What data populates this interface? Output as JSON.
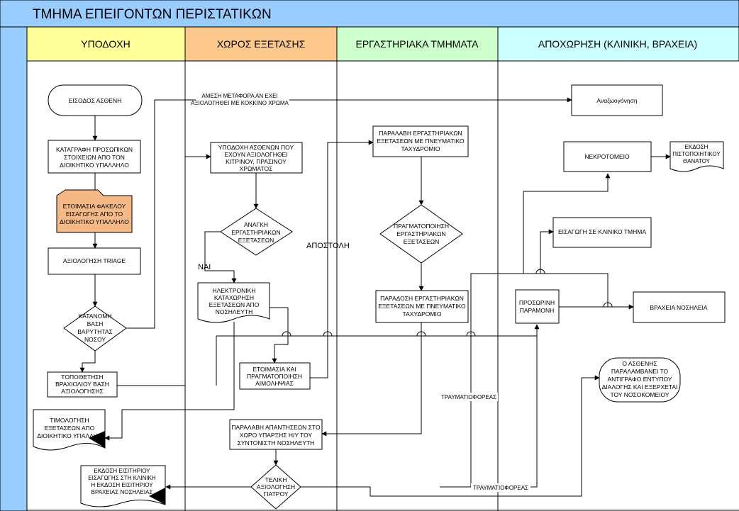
{
  "title": "ΤΜΗΜΑ ΕΠΕΙΓΟΝΤΩΝ ΠΕΡΙΣΤΑΤΙΚΩΝ",
  "colors": {
    "title_bg": "#99ccff",
    "left_band": "#99ccff",
    "lane_reception": "#ffff99",
    "lane_exam": "#fcc88c",
    "lane_lab": "#ccffcc",
    "lane_discharge": "#ccffff",
    "orange_node": "#f5b987"
  },
  "lanes": {
    "reception": "ΥΠΟΔΟΧΗ",
    "exam": "ΧΩΡΟΣ ΕΞΕΤΑΣΗΣ",
    "lab": "ΕΡΓΑΣΤΗΡΙΑΚΑ ΤΜΗΜΑΤΑ",
    "discharge": "ΑΠΟΧΩΡΗΣΗ (ΚΛΙΝΙΚΗ, ΒΡΑΧΕΙΑ)"
  },
  "nodes": {
    "entry": [
      "ΕΙΣΟΔΟΣ ΑΣΘΕΝΗ"
    ],
    "register": [
      "ΚΑΤΑΓΡΑΦΗ ΠΡΟΣΩΠΙΚΩΝ",
      "ΣΤΟΙΧΕΙΩΝ ΑΠΟ ΤΟΝ",
      "ΔΙΟΙΚΗΤΙΚΟ ΥΠΑΛΛΗΛΟ"
    ],
    "folder": [
      "ΕΤΟΙΜΑΣΙΑ ΦΑΚΕΛΟΥ",
      "ΕΙΣΑΓΩΓΗΣ ΑΠΟ ΤΟ",
      "ΔΙΟΙΚΗΤΙΚΟ ΥΠΑΛΛΗΛΟ"
    ],
    "triage": [
      "ΑΞΙΟΛΟΓΗΣΗ TRIAGE"
    ],
    "classify": [
      "ΚΑΤΑΝΟΜΗ",
      "ΒΑΣΗ",
      "ΒΑΡΥΤΗΤΑΣ",
      "ΝΟΣΟΥ"
    ],
    "bed": [
      "ΤΟΠΟΘΕΤΗΣΗ",
      "ΒΡΑΧΙΟΛΙΟΥ ΒΑΣΗ",
      "ΑΞΙΟΛΟΓΗΣΗΣ"
    ],
    "billing": [
      "ΤΙΜΟΛΟΓΗΣΗ",
      "ΕΞΕΤΑΣΕΩΝ ΑΠΟ",
      "ΔΙΟΙΚΗΤΙΚΟ ΥΠΑΛΛΗΛ"
    ],
    "ticket": [
      "ΕΚΔΟΣΗ ΕΙΣΙΤΗΡΙΟΥ",
      "ΕΙΣΑΓΩΓΗΣ ΣΤΗ ΚΛΙΝΙΚΗ",
      "Η ΕΚΔΟΣΗ ΕΙΣΙΤΗΡΙΟΥ",
      "ΒΡΑΧΕΙΑΣ ΝΟΣΗΛΕΙΑΣ"
    ],
    "reception_patients": [
      "ΥΠΟΔΟΧΗ ΑΣΘΕΝΩΝ ΠΟΥ",
      "ΕΧΟΥΝ ΑΞΙΟΛΟΓΗΘΕΙ",
      "ΚΙΤΡΙΝΟΥ, ΠΡΑΣΙΝΟΥ",
      "ΧΡΩΜΑΤΟΣ"
    ],
    "need_lab": [
      "ΑΝΑΓΚΗ",
      "ΕΡΓΑΣΤΗΡΙΑΚΩΝ",
      "ΕΞΕΤΑΣΕΩΝ"
    ],
    "yes": "ΝΑΙ",
    "e_record": [
      "ΗΛΕΚΤΡΟΝΙΚΗ",
      "ΚΑΤΑΧΩΡΗΣΗ",
      "ΕΞΕΤΑΣΕΩΝ ΑΠΟ",
      "ΝΟΣΗΛΕΥΤΗ"
    ],
    "blood": [
      "ΕΤΟΙΜΑΣΙΑ ΚΑΙ",
      "ΠΡΑΓΜΑΤΟΠΟΙΗΣΗ",
      "ΑΙΜΟΛΗΨΙΑΣ"
    ],
    "send": "ΑΠΟΣΤΟΛΗ",
    "receive_results": [
      "ΠΑΡΑΛΑΒΗ ΑΠΑΝΤΗΣΕΩΝ ΣΤΟ",
      "ΧΩΡΟ ΥΠΑΡΞΗΣ Η/Υ ΤΟΥ",
      "ΣΥΝΤΟΝΙΣΤΗ ΝΟΣΗΛΕΥΤΗ"
    ],
    "final_eval": [
      "ΤΕΛΙΚΗ",
      "ΑΞΙΟΛΟΓΗΣΗ",
      "ΓΙΑΤΡΟΥ"
    ],
    "lab_receive": [
      "ΠΑΡΑΛΑΒΗ ΕΡΓΑΣΤΗΡΙΑΚΩΝ",
      "ΕΞΕΤΑΣΕΩΝ ΜΕ ΠΝΕΥΜΑΤΙΚΟ",
      "ΤΑΧΥΔΡΟΜΙΟ"
    ],
    "lab_perform": [
      "ΠΡΑΓΜΑΤΟΠΟΙΗΣΗ",
      "ΕΡΓΑΣΤΗΡΙΑΚΩΝ",
      "ΕΞΕΤΑΣΕΩΝ"
    ],
    "lab_deliver": [
      "ΠΑΡΑΔΟΣΗ  ΕΡΓΑΣΤΗΡΙΑΚΩΝ",
      "ΕΞΕΤΑΣΕΩΝ ΜΕ ΠΝΕΥΜΑΤΙΚΟ",
      "ΤΑΧΥΔΡΟΜΙΟ"
    ],
    "direct_transfer": [
      "ΑΜΕΣΗ ΜΕΤΑΦΟΡΑ ΑΝ ΕΧΕΙ",
      "ΑΞΙΟΛΟΓΗΘΕΙ ΜΕ ΚΟΚΚΙΝΟ ΧΡΩΜΑ"
    ],
    "resuscitation": [
      "Αναζωογόνηση"
    ],
    "morgue": [
      "ΝΕΚΡΟΤΟΜΕΙΟ"
    ],
    "death_cert": [
      "ΕΚΔΟΣΗ",
      "ΠΙΣΤΟΠΟΙΗΤΙΚΟΥ",
      "ΘΑΝΑΤΟΥ"
    ],
    "admit_clinic": [
      "ΕΙΣΑΓΩΓΗ ΣΕ ΚΛΙΝΙΚΟ ΤΜΗΜΑ"
    ],
    "temp_stay": [
      "ΠΡΟΣΩΡΙΝΗ",
      "ΠΑΡΑΜΟΝΗ"
    ],
    "short_stay": [
      "ΒΡΑΧΕΙΑ ΝΟΣΗΛΕΙΑ"
    ],
    "leave": [
      "Ο ΑΣΘΕΝΗΣ",
      "ΠΑΡΑΛΑΜΒΑΝΕΙ ΤΟ",
      "ΑΝΤΙΓΡΑΦΟ ΕΝΤΥΠΟΥ",
      "ΔΙΑΛΟΓΗΣ  ΚΑΙ ΕΞΕΡΧΕΤΑΙ",
      "ΤΟΥ ΝΟΣΟΚΟΜΕΙΟΥ"
    ],
    "stretcher1": "ΤΡΑΥΜΑΤΙΟΦΟΡΕΑΣ",
    "stretcher2": "ΤΡΑΥΜΑΤΙΟΦΟΡΕΑΣ"
  }
}
